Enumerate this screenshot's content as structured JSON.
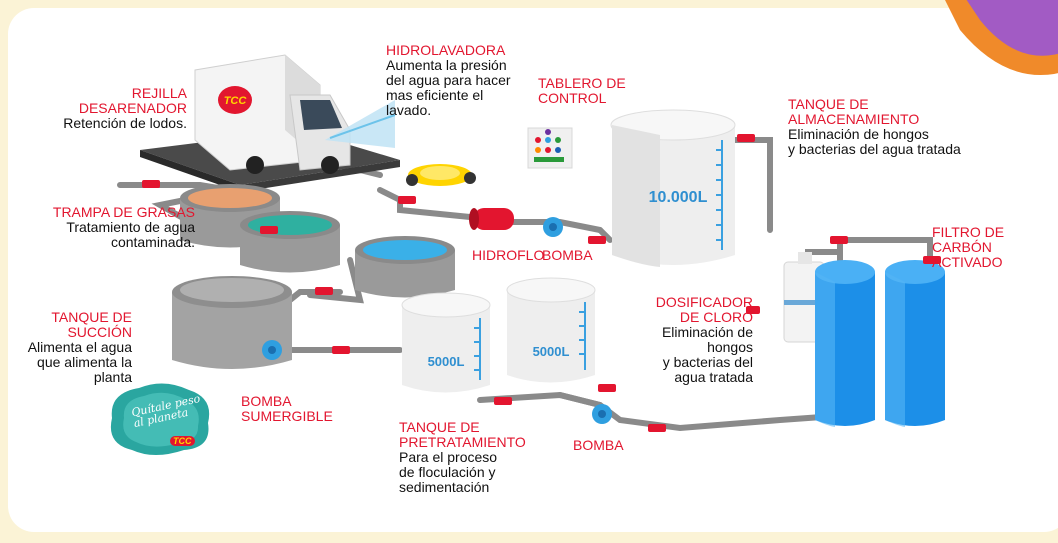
{
  "colors": {
    "background": "#fbf3d6",
    "title_red": "#e2162f",
    "pipe_gray": "#8a8a8a",
    "valve_red": "#e3152f",
    "pump_blue": "#2f9fe0",
    "filter_blue": "#1c8fe8",
    "corner_purple": "#a25bc4",
    "corner_orange": "#f08a2a"
  },
  "labels": {
    "hidrolavadora": {
      "title": "HIDROLAVADORA",
      "desc": [
        "Aumenta la presión",
        "del agua para hacer",
        "mas eficiente el",
        "lavado."
      ]
    },
    "tablero": {
      "title": [
        "TABLERO DE",
        "CONTROL"
      ]
    },
    "rejilla": {
      "title": [
        "REJILLA",
        "DESARENADOR"
      ],
      "desc": "Retención de lodos."
    },
    "tanque_almacenamiento": {
      "title": [
        "TANQUE DE",
        "ALMACENAMIENTO"
      ],
      "desc": [
        "Eliminación de hongos",
        "y bacterias del agua tratada"
      ]
    },
    "trampa": {
      "title": "TRAMPA DE GRASAS",
      "desc": [
        "Tratamiento de agua",
        "contaminada."
      ]
    },
    "filtro": {
      "title": [
        "FILTRO DE CARBÓN",
        "ACTIVADO"
      ]
    },
    "hidroflo": "HIDROFLO",
    "bomba_top": "BOMBA",
    "tanque_succion": {
      "title": [
        "TANQUE DE",
        "SUCCIÓN"
      ],
      "desc": [
        "Alimenta el agua",
        "que alimenta la",
        "planta"
      ]
    },
    "dosificador": {
      "title": [
        "DOSIFICADOR",
        "DE CLORO"
      ],
      "desc": [
        "Eliminación de",
        "hongos",
        "y bacterias del",
        "agua tratada"
      ]
    },
    "bomba_sumergible": [
      "BOMBA",
      "SUMERGIBLE"
    ],
    "tanque_pretratamiento": {
      "title": [
        "TANQUE DE",
        "PRETRATAMIENTO"
      ],
      "desc": [
        "Para el proceso",
        "de floculación y",
        "sedimentación"
      ]
    },
    "bomba_bottom": "BOMBA"
  },
  "tank_labels": {
    "storage": "10.000L",
    "pre1": "5000L",
    "pre2": "5000L"
  },
  "truck_logo": "TCC",
  "seal": {
    "text": [
      "Quítale peso",
      "al planeta"
    ],
    "logo": "TCC"
  },
  "icons": [
    "truck-icon",
    "water-jet-icon",
    "pressure-washer-icon",
    "control-panel-icon",
    "storage-tank-icon",
    "grease-trap-icon",
    "suction-tank-icon",
    "hidroflo-icon",
    "pump-icon",
    "submersible-pump-icon",
    "pretreatment-tank-icon",
    "chlorine-dosifier-icon",
    "carbon-filter-icon",
    "valve-icon",
    "seal-icon"
  ]
}
